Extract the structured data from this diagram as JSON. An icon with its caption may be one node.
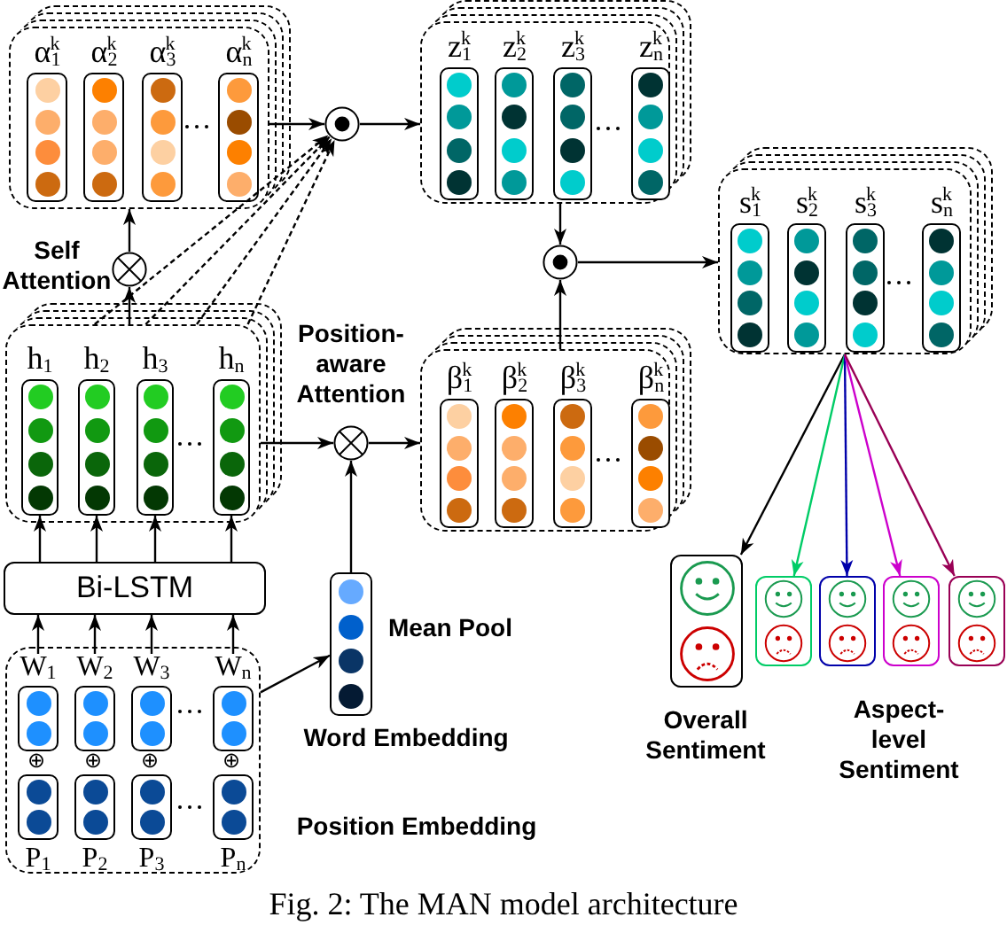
{
  "diagram": {
    "caption": "Fig. 2: The MAN model architecture",
    "nodes": [
      {
        "text": [],
        "shape": "box"
      },
      {
        "text": [
          "α$_{1}$$^{k}$"
        ],
        "in": 0
      },
      {
        "text": [
          "α$_{2}$$^{k}$"
        ],
        "in": 0
      },
      {
        "text": [
          "α$_{3}$$^{k}$"
        ],
        "in": 0
      },
      {
        "text": [
          "α$_{n}$$^{k}$"
        ],
        "in": 0
      },
      {
        "text": [],
        "shape": "circle"
      },
      {
        "text": [],
        "shape": "box"
      },
      {
        "text": [
          "z$_{1}$$^{k}$"
        ],
        "in": 6
      },
      {
        "text": [
          "z$_{2}$$^{k}$"
        ],
        "in": 6
      },
      {
        "text": [
          "z$_{3}$$^{k}$"
        ],
        "in": 6
      },
      {
        "text": [
          "z$_{n}$$^{k}$"
        ],
        "in": 6
      },
      {
        "text": [],
        "shape": "circle"
      },
      {
        "text": [],
        "shape": "box"
      },
      {
        "text": [
          "s$_{1}$$^{k}$"
        ],
        "in": 12
      },
      {
        "text": [
          "s$_{2}$$^{k}$"
        ],
        "in": 12
      },
      {
        "text": [
          "s$_{3}$$^{k}$"
        ],
        "in": 12
      },
      {
        "text": [
          "s$_{n}$$^{k}$"
        ],
        "in": 12
      },
      {
        "text": [],
        "shape": "circle",
        "beside": [
          "Self Attention"
        ]
      },
      {
        "text": [],
        "shape": "box"
      },
      {
        "text": [
          "h$_{1}$"
        ],
        "in": 18
      },
      {
        "text": [
          "h$_{2}$"
        ],
        "in": 18
      },
      {
        "text": [
          "h$_{3}$"
        ],
        "in": 18
      },
      {
        "text": [
          "h$_{n}$"
        ],
        "in": 18
      },
      {
        "text": [
          "Bi-LSTM"
        ]
      },
      {
        "text": [],
        "shape": "box"
      },
      {
        "text": [
          "W$_{1}$"
        ],
        "in": 24
      },
      {
        "text": [
          "W$_{2}$"
        ],
        "in": 24
      },
      {
        "text": [
          "W$_{3}$"
        ],
        "in": 24
      },
      {
        "text": [
          "W$_{n}$"
        ],
        "in": 24
      },
      {
        "text": [
          "P$_{1}$"
        ],
        "in": 24
      },
      {
        "text": [
          "P$_{2}$"
        ],
        "in": 24
      },
      {
        "text": [
          "P$_{3}$"
        ],
        "in": 24
      },
      {
        "text": [
          "P$_{n}$"
        ],
        "in": 24
      },
      {
        "text": [],
        "shape": "circle",
        "beside": [
          "Position-aware Attention"
        ]
      },
      {
        "text": [],
        "shape": "box"
      },
      {
        "text": [
          "β$_{1}$$^{k}$"
        ],
        "in": 34
      },
      {
        "text": [
          "β$_{2}$$^{k}$"
        ],
        "in": 34
      },
      {
        "text": [
          "β$_{3}$$^{k}$"
        ],
        "in": 34
      },
      {
        "text": [
          "β$_{n}$$^{k}$"
        ],
        "in": 34
      },
      {
        "text": [],
        "shape": "box",
        "beside": [
          "Mean Pool"
        ]
      },
      {
        "text": [],
        "shape": "box",
        "beside": [
          "Overall Sentiment"
        ]
      },
      {
        "text": [],
        "shape": "box"
      },
      {
        "text": [],
        "shape": "box"
      },
      {
        "text": [],
        "shape": "box"
      },
      {
        "text": [],
        "shape": "box"
      }
    ],
    "edges": [
      {
        "from": 0,
        "to": 5,
        "arrow": "to"
      },
      {
        "from": 18,
        "to": 5,
        "arrow": "to",
        "style": "dashed"
      },
      {
        "from": 18,
        "to": 5,
        "arrow": "to",
        "style": "dashed"
      },
      {
        "from": 18,
        "to": 5,
        "arrow": "to",
        "style": "dashed"
      },
      {
        "from": 18,
        "to": 5,
        "arrow": "to",
        "style": "dashed"
      },
      {
        "from": 5,
        "to": 6,
        "arrow": "to"
      },
      {
        "from": 6,
        "to": 11,
        "arrow": "to"
      },
      {
        "from": 34,
        "to": 11,
        "arrow": "to"
      },
      {
        "from": 11,
        "to": 12,
        "arrow": "to"
      },
      {
        "from": 18,
        "to": 17,
        "arrow": "to"
      },
      {
        "from": 17,
        "to": 0,
        "arrow": "to"
      },
      {
        "from": 23,
        "to": 19,
        "arrow": "to"
      },
      {
        "from": 23,
        "to": 20,
        "arrow": "to"
      },
      {
        "from": 23,
        "to": 21,
        "arrow": "to"
      },
      {
        "from": 23,
        "to": 22,
        "arrow": "to"
      },
      {
        "from": 25,
        "to": 23,
        "arrow": "to"
      },
      {
        "from": 26,
        "to": 23,
        "arrow": "to"
      },
      {
        "from": 27,
        "to": 23,
        "arrow": "to"
      },
      {
        "from": 28,
        "to": 23,
        "arrow": "to"
      },
      {
        "from": 18,
        "to": 33,
        "arrow": "to"
      },
      {
        "from": 39,
        "to": 33,
        "arrow": "to"
      },
      {
        "from": 33,
        "to": 34,
        "arrow": "to"
      },
      {
        "from": 24,
        "to": 39,
        "arrow": "to"
      },
      {
        "from": 12,
        "to": 40,
        "arrow": "to"
      },
      {
        "from": 12,
        "to": 41,
        "arrow": "to",
        "color": "#00cc66"
      },
      {
        "from": 12,
        "to": 42,
        "arrow": "to",
        "color": "#0000aa"
      },
      {
        "from": 12,
        "to": 43,
        "arrow": "to",
        "color": "#cc00cc"
      },
      {
        "from": 12,
        "to": 44,
        "arrow": "to",
        "color": "#990055"
      }
    ],
    "labels": [
      "Word Embedding",
      "⊕",
      "⊕",
      "⊕",
      "⊕",
      "Aspect-level Sentiment",
      "Position Embedding"
    ]
  }
}
